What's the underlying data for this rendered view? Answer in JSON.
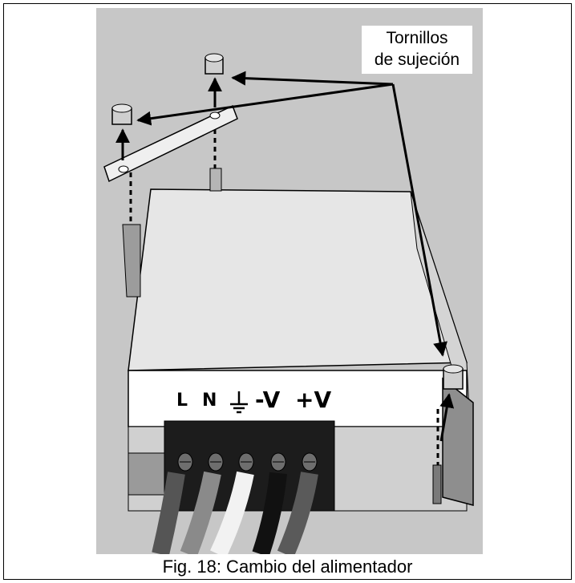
{
  "callout": {
    "line1": "Tornillos",
    "line2": "de sujeción"
  },
  "terminals": {
    "l": "L",
    "n": "N",
    "neg_v": "-V",
    "pos_v": "+V"
  },
  "caption": "Fig. 18: Cambio del alimentador",
  "colors": {
    "background": "#c7c7c7",
    "housing_top": "#e8e8e8",
    "front_panel": "#ffffff",
    "terminal_block": "#1a1a1a"
  }
}
